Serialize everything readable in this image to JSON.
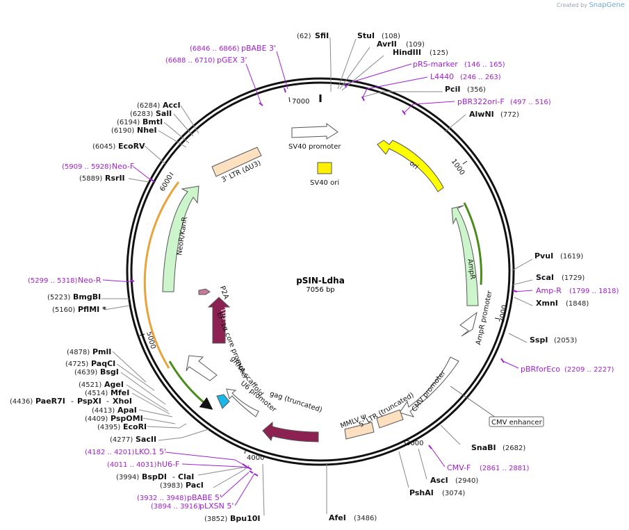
{
  "branding": {
    "created_by": "Created by",
    "app": "SnapGene"
  },
  "plasmid": {
    "name": "pSIN-Ldha",
    "length_label": "7056 bp"
  },
  "ticks": [
    "1000",
    "2000",
    "3000",
    "4000",
    "5000",
    "6000",
    "7000"
  ],
  "colors": {
    "primer": "#a020d0",
    "backbone": "#111111",
    "ori": "#ffff00",
    "promoter": "#ffffff",
    "marker": "#ccf5cc",
    "ltr": "#fde0c0",
    "thy": "#8b2252",
    "u6": "#19b6e8"
  },
  "sites": [
    {
      "name": "SfiI",
      "pos": "(62)"
    },
    {
      "name": "StuI",
      "pos": "(108)"
    },
    {
      "name": "AvrII",
      "pos": "(109)"
    },
    {
      "name": "HindIII",
      "pos": "(125)"
    },
    {
      "name": "PciI",
      "pos": "(356)"
    },
    {
      "name": "AlwNI",
      "pos": "(772)"
    },
    {
      "name": "PvuI",
      "pos": "(1619)"
    },
    {
      "name": "ScaI",
      "pos": "(1729)"
    },
    {
      "name": "XmnI",
      "pos": "(1848)"
    },
    {
      "name": "SspI",
      "pos": "(2053)"
    },
    {
      "name": "SnaBI",
      "pos": "(2682)"
    },
    {
      "name": "AscI",
      "pos": "(2940)"
    },
    {
      "name": "PshAI",
      "pos": "(3074)"
    },
    {
      "name": "AfeI",
      "pos": "(3486)"
    },
    {
      "name": "Bpu10I",
      "pos": "(3852)"
    },
    {
      "name": "PacI",
      "pos": "(3983)"
    },
    {
      "name": "BspDI",
      "pos": "(3994)"
    },
    {
      "name": "SacII",
      "pos": "(4277)"
    },
    {
      "name": "EcoRI",
      "pos": "(4395)"
    },
    {
      "name": "PspOMI",
      "pos": "(4409)"
    },
    {
      "name": "ApaI",
      "pos": "(4413)"
    },
    {
      "name": "MfeI",
      "pos": "(4514)"
    },
    {
      "name": "AgeI",
      "pos": "(4521)"
    },
    {
      "name": "BsgI",
      "pos": "(4639)"
    },
    {
      "name": "PaqCI",
      "pos": "(4725)"
    },
    {
      "name": "PmlI",
      "pos": "(4878)"
    },
    {
      "name": "PflMI *",
      "pos": "(5160)"
    },
    {
      "name": "BmgBI",
      "pos": "(5223)"
    },
    {
      "name": "RsrII",
      "pos": "(5889)"
    },
    {
      "name": "EcoRV",
      "pos": "(6045)"
    },
    {
      "name": "NheI",
      "pos": "(6190)"
    },
    {
      "name": "BmtI",
      "pos": "(6194)"
    },
    {
      "name": "SalI",
      "pos": "(6283)"
    },
    {
      "name": "AccI",
      "pos": "(6284)"
    }
  ],
  "site_pairs": {
    "clai": "ClaI",
    "paer": {
      "pos": "(4436)",
      "a": "PaeR7I",
      "b": "PspXI",
      "c": "XhoI"
    }
  },
  "primers": [
    {
      "name": "pBABE 3'",
      "pos": "(6846 .. 6866)"
    },
    {
      "name": "pGEX 3'",
      "pos": "(6688 .. 6710)"
    },
    {
      "name": "pRS-marker",
      "pos": "(146 .. 165)"
    },
    {
      "name": "L4440",
      "pos": "(246 .. 263)"
    },
    {
      "name": "pBR322ori-F",
      "pos": "(497 .. 516)"
    },
    {
      "name": "Neo-F",
      "pos": "(5909 .. 5928)"
    },
    {
      "name": "Neo-R",
      "pos": "(5299 .. 5318)"
    },
    {
      "name": "Amp-R",
      "pos": "(1799 .. 1818)"
    },
    {
      "name": "pBRforEco",
      "pos": "(2209 .. 2227)"
    },
    {
      "name": "CMV-F",
      "pos": "(2861 .. 2881)"
    },
    {
      "name": "LKO.1 5'",
      "pos": "(4182 .. 4201)"
    },
    {
      "name": "hU6-F",
      "pos": "(4011 .. 4031)"
    },
    {
      "name": "pBABE 5'",
      "pos": "(3932 .. 3948)"
    },
    {
      "name": "pLXSN 5'",
      "pos": "(3894 .. 3916)"
    }
  ],
  "features": {
    "sv40_promoter": "SV40 promoter",
    "sv40_ori": "SV40 ori",
    "ori": "ori",
    "ltr3": "3' LTR (ΔU3)",
    "neokan": "NeoR/KanR",
    "ampr": "AmpR",
    "ampr_promoter": "AmpR promoter",
    "cmv_promoter": "CMV promoter",
    "ltr5": "5' LTR (truncated)",
    "mmlv": "MMLV Ψ",
    "gag": "gag (truncated)",
    "u6": "U6 promoter",
    "grna": "gRNA scaffold",
    "ef1a": "EF-1α core promoter",
    "thy": "Thy1.1",
    "p2a": "P2A",
    "cmv_enhancer": "CMV enhancer"
  }
}
